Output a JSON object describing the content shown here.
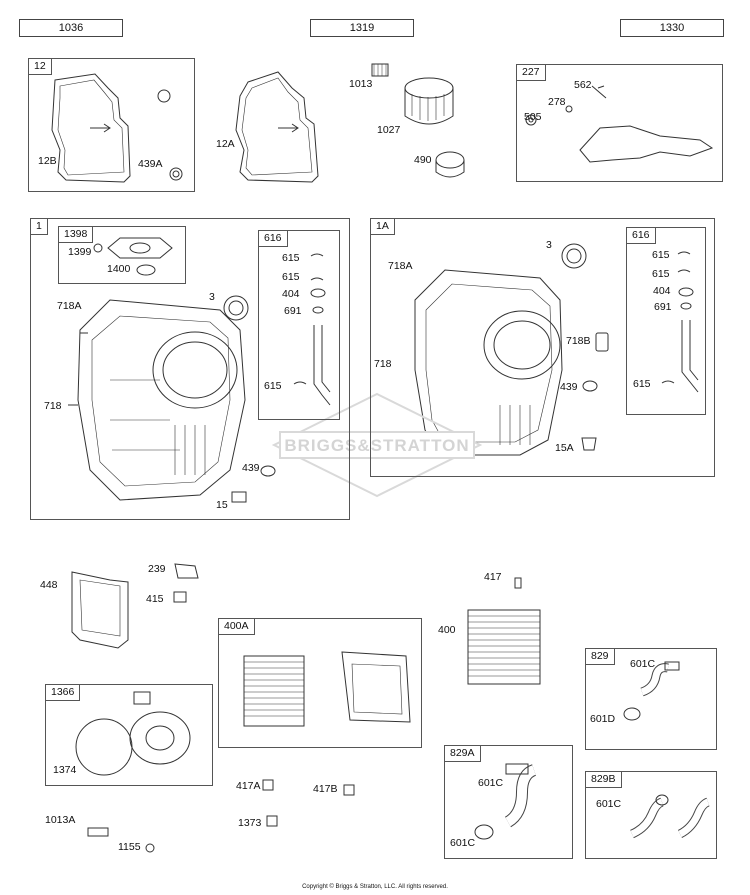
{
  "headers": {
    "h1036": "1036",
    "h1319": "1319",
    "h1330": "1330"
  },
  "boxes": {
    "b12": "12",
    "b227": "227",
    "b1": "1",
    "b1398": "1398",
    "b616a": "616",
    "b1a": "1A",
    "b616b": "616",
    "b1366": "1366",
    "b400a": "400A",
    "b829": "829",
    "b829a": "829A",
    "b829b": "829B"
  },
  "labels": {
    "l12B": "12B",
    "l439A": "439A",
    "l12A": "12A",
    "l1013": "1013",
    "l1027": "1027",
    "l490": "490",
    "l562": "562",
    "l278": "278",
    "l505": "505",
    "l1399": "1399",
    "l1400": "1400",
    "l718A_1": "718A",
    "l3_1": "3",
    "l718_1": "718",
    "l439_1": "439",
    "l15_1": "15",
    "l615a": "615",
    "l615b": "615",
    "l404a": "404",
    "l691a": "691",
    "l615c": "615",
    "l3_2": "3",
    "l718A_2": "718A",
    "l718B": "718B",
    "l718_2": "718",
    "l439_2": "439",
    "l15A": "15A",
    "l615d": "615",
    "l615e": "615",
    "l404b": "404",
    "l691b": "691",
    "l615f": "615",
    "l448": "448",
    "l239": "239",
    "l415": "415",
    "l417": "417",
    "l400": "400",
    "l1374": "1374",
    "l601C_1": "601C",
    "l601D": "601D",
    "l601C_2": "601C",
    "l601C_3": "601C",
    "l601C_4": "601C",
    "l417A": "417A",
    "l417B": "417B",
    "l1373": "1373",
    "l1013A": "1013A",
    "l1155": "1155"
  },
  "watermark": {
    "text": "BRIGGS&STRATTON"
  },
  "copyright": "Copyright © Briggs & Stratton, LLC. All rights reserved."
}
